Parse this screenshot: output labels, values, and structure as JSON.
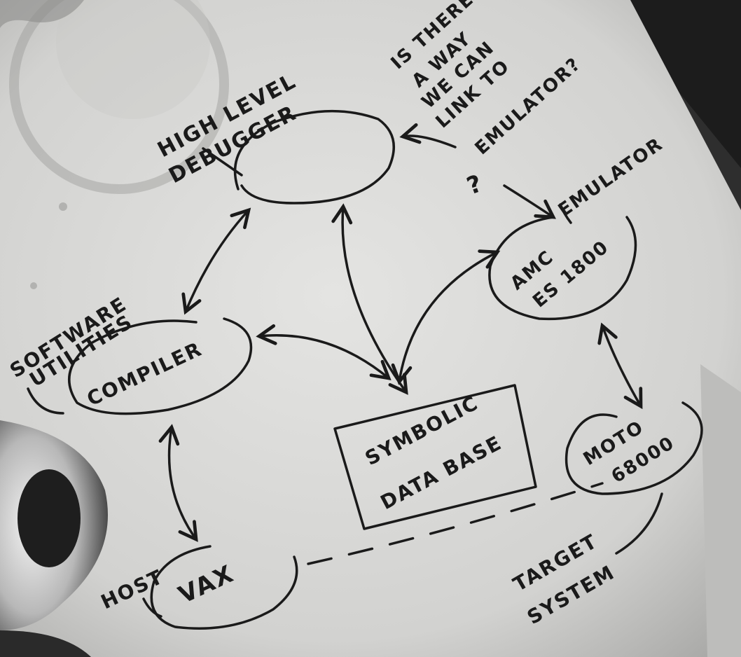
{
  "labels": {
    "high_level_debugger_1": "HIGH LEVEL",
    "high_level_debugger_2": "DEBUGGER",
    "question_1": "IS THERE",
    "question_2": "A WAY",
    "question_3": "WE CAN",
    "question_4": "LINK TO",
    "question_5": "EMULATOR?",
    "question_mark": "?",
    "emulator": "EMULATOR",
    "amc_1": "AMC",
    "amc_2": "ES 1800",
    "software_utilities_1": "SOFTWARE",
    "software_utilities_2": "UTILITIES",
    "compiler": "COMPILER",
    "symbolic_1": "SYMBOLIC",
    "symbolic_2": "DATA BASE",
    "moto_1": "MOTO",
    "moto_2": "68000",
    "host": "HOST",
    "vax": "VAX",
    "target_1": "TARGET",
    "target_2": "SYSTEM"
  },
  "colors": {
    "paper": "#d9d9d7",
    "ink": "#1a1a1a",
    "background": "#3a3a3a"
  }
}
